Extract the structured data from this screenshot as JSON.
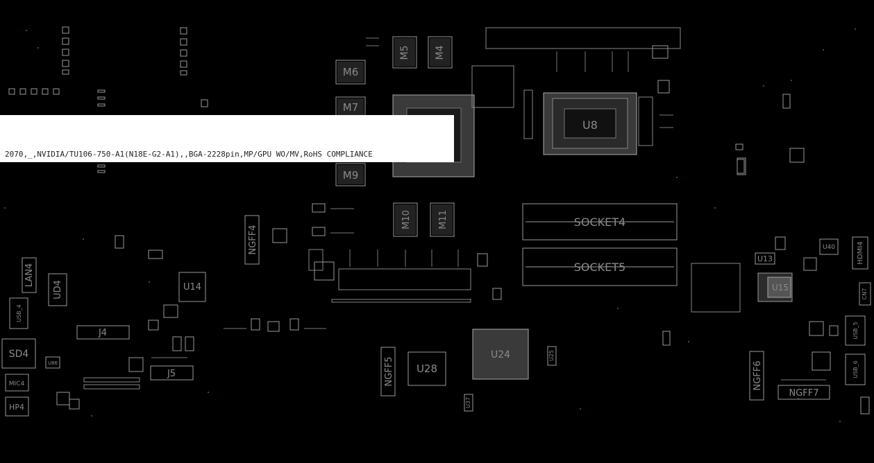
{
  "tooltip": {
    "text": "2070,_,NVIDIA/TU106-750-A1(N18E-G2-A1),,BGA-2228pin,MP/GPU WO/MV,RoHS COMPLIANCE"
  },
  "components": {
    "m5": "M5",
    "m4": "M4",
    "m6": "M6",
    "m7": "M7",
    "m9": "M9",
    "m10": "M10",
    "m11": "M11",
    "u8": "U8",
    "socket4": "SOCKET4",
    "socket5": "SOCKET5",
    "ngff4": "NGFF4",
    "ngff5": "NGFF5",
    "ngff6": "NGFF6",
    "ngff7": "NGFF7",
    "u14": "U14",
    "u15": "U15",
    "u13": "U13",
    "u40": "U40",
    "u28": "U28",
    "u24": "U24",
    "u25": "U25",
    "u37": "U37",
    "u86": "U86",
    "lan4": "LAN4",
    "ud4": "UD4",
    "usb4": "USB_4",
    "j4": "J4",
    "j5": "J5",
    "sd4": "SD4",
    "mic4": "MIC4",
    "hp4": "HP4",
    "hdmi4": "HDMI4",
    "usb5": "USB_5",
    "usb6": "USB_6",
    "cn7": "CN7"
  }
}
